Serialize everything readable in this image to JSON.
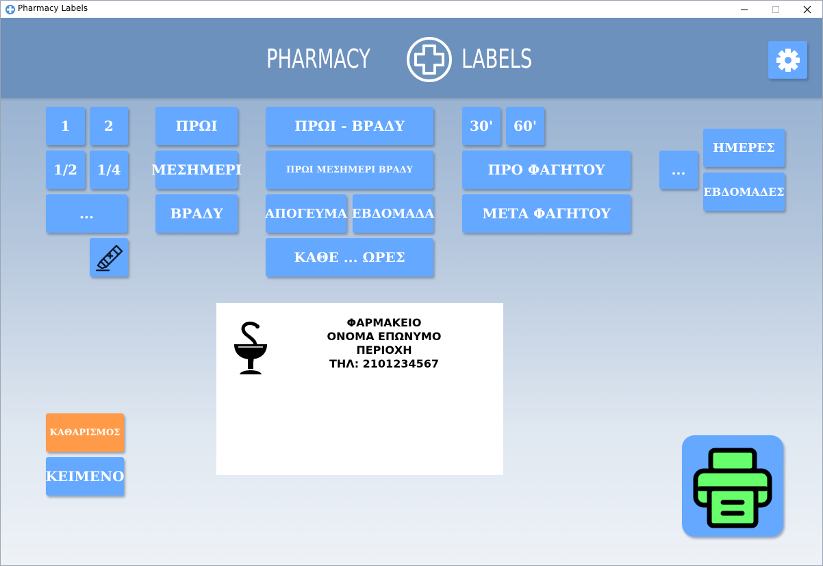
{
  "window": {
    "title": "Pharmacy Labels",
    "app_icon": "pharmacy-app-icon",
    "controls": [
      "minimize-icon",
      "maximize-icon",
      "close-icon"
    ]
  },
  "header": {
    "brand_left": "PHARMACY",
    "brand_right": "LABELS",
    "logo_icon": "medical-cross-icon",
    "settings_icon": "gear-icon",
    "background": "#6c91bd"
  },
  "quantity": {
    "one": "1",
    "two": "2",
    "half": "1/2",
    "quarter": "1/4",
    "more": "...",
    "ointment_icon": "ointment-tube-icon"
  },
  "time_of_day": {
    "morning": "ΠΡΩΙ",
    "noon": "ΜΕΣΗΜΕΡΙ",
    "evening": "ΒΡΑΔΥ"
  },
  "schedule": {
    "morning_evening": "ΠΡΩΙ - ΒΡΑΔΥ",
    "morning_noon_evening": "ΠΡΩΙ ΜΕΣΗΜΕΡΙ  ΒΡΑΔΥ",
    "afternoon": "ΑΠΟΓΕΥΜΑ",
    "week": "ΕΒΔΟΜΑΔΑ",
    "every_hours": "ΚΑΘΕ ... ΩΡΕΣ"
  },
  "meal": {
    "m30": "30'",
    "m60": "60'",
    "before_food": "ΠΡΟ ΦΑΓΗΤΟΥ",
    "after_food": "ΜΕΤΑ ΦΑΓΗΤΟΥ"
  },
  "duration": {
    "more": "...",
    "days": "ΗΜΕΡΕΣ",
    "weeks": "ΕΒΔΟΜΑΔΕΣ"
  },
  "actions": {
    "clear": "ΚΑΘΑΡΙΣΜΟΣ",
    "text": "ΚΕΙΜΕΝΟ",
    "print_icon": "printer-icon"
  },
  "label_preview": {
    "logo_icon": "bowl-of-hygieia-icon",
    "line1": "ΦΑΡΜΑΚΕΙΟ",
    "line2": "ΟΝΟΜΑ ΕΠΩΝΥΜΟ",
    "line3": "ΠΕΡΙΟΧΗ",
    "line4": "ΤΗΛ: 2101234567"
  },
  "colors": {
    "button": "#64a8ff",
    "clear_button": "#ff9b48",
    "printer": "#66ff6b"
  }
}
